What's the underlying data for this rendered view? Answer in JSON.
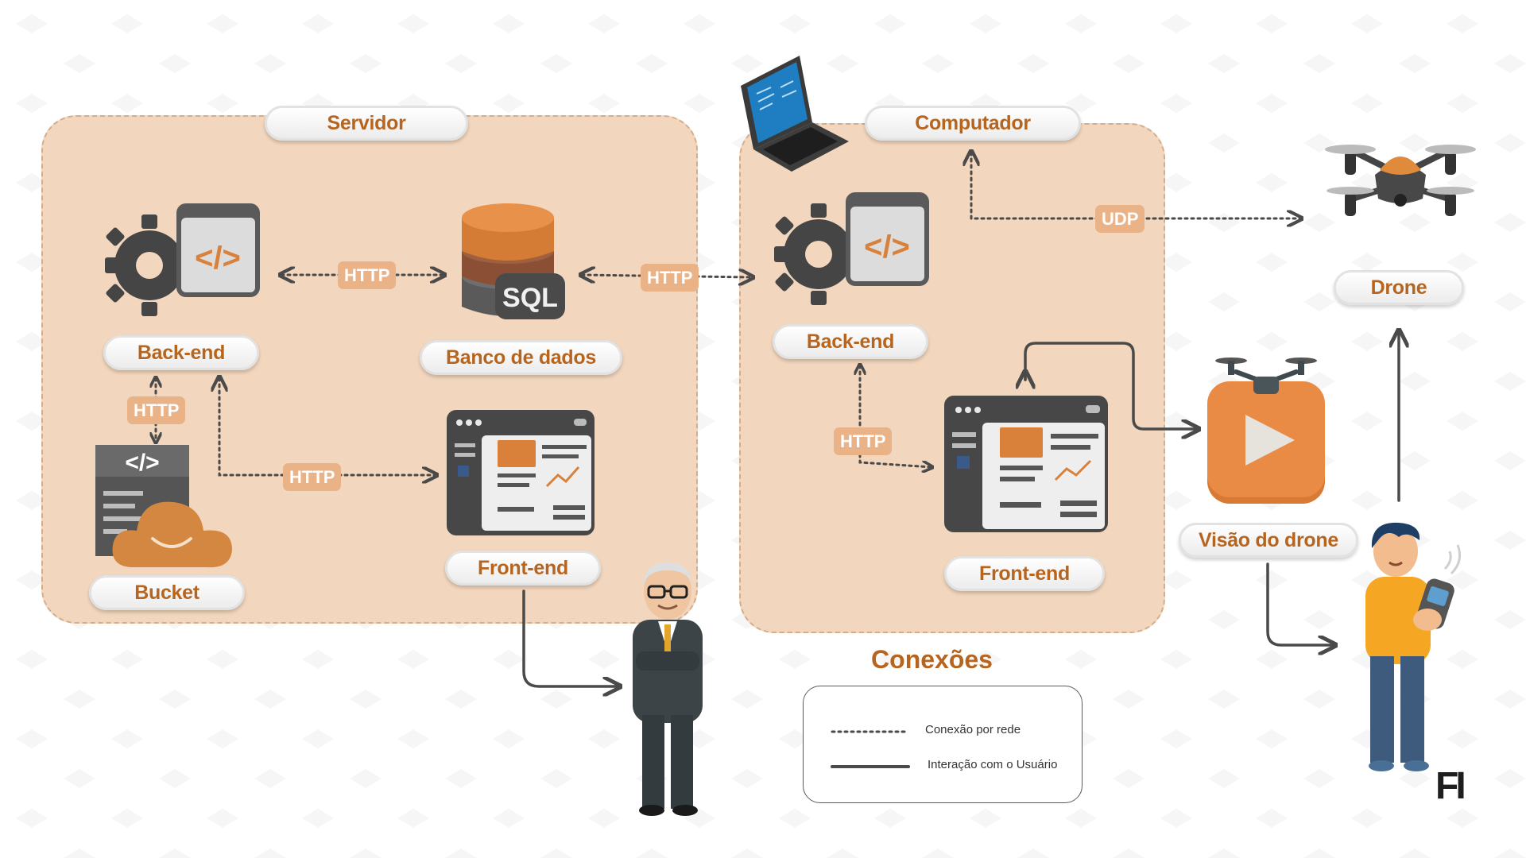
{
  "nodes": {
    "servidor": "Servidor",
    "computador": "Computador",
    "backend_servidor": "Back-end",
    "banco": "Banco de dados",
    "bucket": "Bucket",
    "frontend_servidor": "Front-end",
    "backend_computador": "Back-end",
    "frontend_computador": "Front-end",
    "drone": "Drone",
    "visao": "Visão do drone"
  },
  "edges": {
    "http_backend_banco": "HTTP",
    "http_banco_computador": "HTTP",
    "http_backend_bucket": "HTTP",
    "http_backend_frontend": "HTTP",
    "http_computador_backend_frontend": "HTTP",
    "udp_computador_drone": "UDP"
  },
  "icons": {
    "sql_label": "SQL",
    "code_label": "</>"
  },
  "legend": {
    "title": "Conexões",
    "network": "Conexão por rede",
    "user": "Interação com o Usuário"
  },
  "logo": "FI",
  "colors": {
    "panel": "#f2d6bd",
    "accent": "#b7651e",
    "tag": "#eab287",
    "orange": "#d9813a",
    "dark": "#4a4a4a"
  }
}
